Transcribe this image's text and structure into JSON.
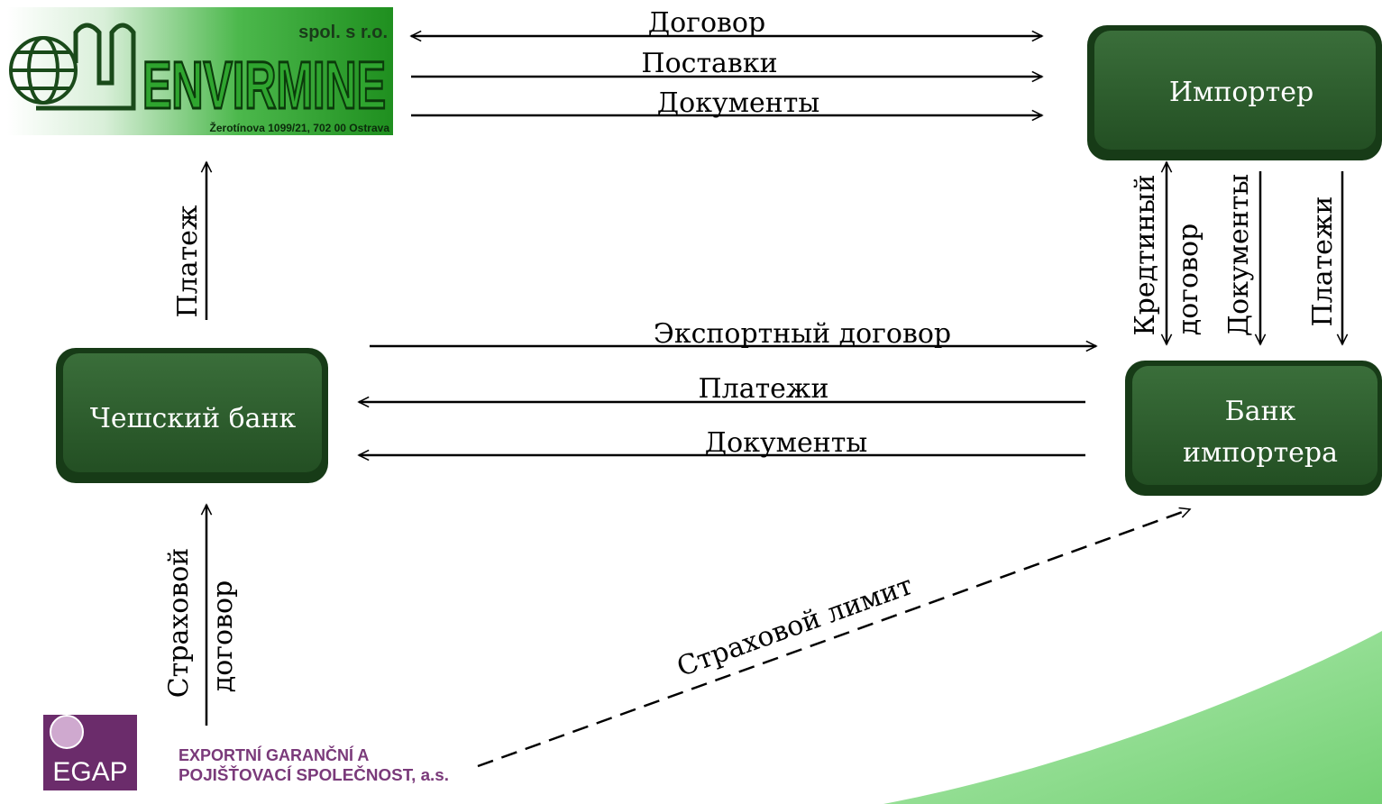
{
  "envirmine_logo": {
    "company_line": "spol. s r.o.",
    "name": "ENVIRMINE",
    "address": "Žerotínova 1099/21, 702 00 Ostrava"
  },
  "egap_logo": {
    "mark": "EGAP",
    "line1": "EXPORTNÍ GARANČNÍ A",
    "line2": "POJIŠŤOVACÍ SPOLEČNOST, a.s."
  },
  "boxes": {
    "importer": "Импортер",
    "czech_bank": "Чешский банк",
    "importer_bank_line1": "Банк",
    "importer_bank_line2": "импортера"
  },
  "arrows": {
    "contract": "Договор",
    "deliveries": "Поставки",
    "documents_top": "Документы",
    "payment_left": "Платеж",
    "export_contract": "Экспортный договор",
    "payments_mid": "Платежи",
    "documents_mid": "Документы",
    "credit_line1": "Кредтиный",
    "credit_line2": "договор",
    "documents_right": "Документы",
    "payments_right": "Платежи",
    "insurance_line1": "Страховой",
    "insurance_line2": "договор",
    "insurance_limit": "Страховой лимит"
  },
  "colors": {
    "box_fill": "#2b5d2b",
    "box_border": "#173b17",
    "logo_green": "#2fa52f",
    "egap_purple": "#6b2c6b",
    "decor_green": "#7ed97e"
  }
}
